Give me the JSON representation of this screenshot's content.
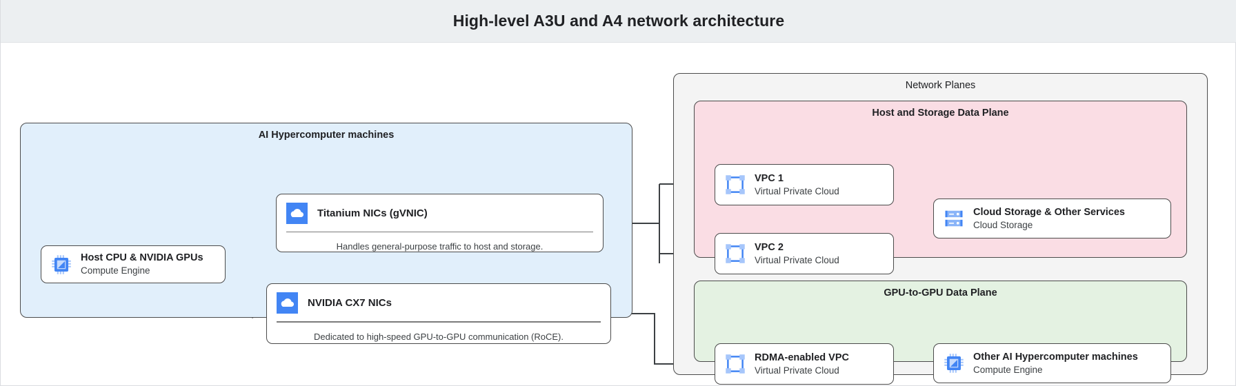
{
  "header": {
    "title": "High-level A3U and A4 network architecture"
  },
  "groups": {
    "ai_machines": {
      "label": "AI Hypercomputer machines"
    },
    "network_planes": {
      "label": "Network Planes"
    },
    "host_storage_plane": {
      "label": "Host and Storage Data Plane"
    },
    "gpu_plane": {
      "label": "GPU-to-GPU Data Plane"
    }
  },
  "nodes": {
    "host_cpu": {
      "title": "Host CPU & NVIDIA GPUs",
      "subtitle": "Compute Engine",
      "icon": "cpu-chip-icon"
    },
    "vpc1": {
      "title": "VPC 1",
      "subtitle": "Virtual Private Cloud",
      "icon": "vpc-icon"
    },
    "vpc2": {
      "title": "VPC 2",
      "subtitle": "Virtual Private Cloud",
      "icon": "vpc-icon"
    },
    "cloud_storage": {
      "title": "Cloud Storage & Other Services",
      "subtitle": "Cloud Storage",
      "icon": "cloud-storage-icon"
    },
    "rdma_vpc": {
      "title": "RDMA-enabled VPC",
      "subtitle": "Virtual Private Cloud",
      "icon": "vpc-icon"
    },
    "other_machines": {
      "title": "Other AI Hypercomputer machines",
      "subtitle": "Compute Engine",
      "icon": "cpu-chip-icon"
    }
  },
  "panels": {
    "titanium": {
      "title": "Titanium NICs (gVNIC)",
      "caption": "Handles general-purpose traffic to host and storage.",
      "icon": "cloud-icon"
    },
    "cx7": {
      "title": "NVIDIA CX7 NICs",
      "caption": "Dedicated to high-speed GPU-to-GPU communication (RoCE).",
      "icon": "cloud-icon"
    }
  },
  "colors": {
    "title_bar": "#eceff1",
    "ai_machines_fill": "#e1effb",
    "network_planes_fill": "#f4f4f4",
    "host_storage_fill": "#fadde4",
    "gpu_plane_fill": "#e4f2e2",
    "icon_blue": "#4285f4",
    "icon_blue_light": "#a6c6fb",
    "stroke": "#4a4a4a"
  }
}
